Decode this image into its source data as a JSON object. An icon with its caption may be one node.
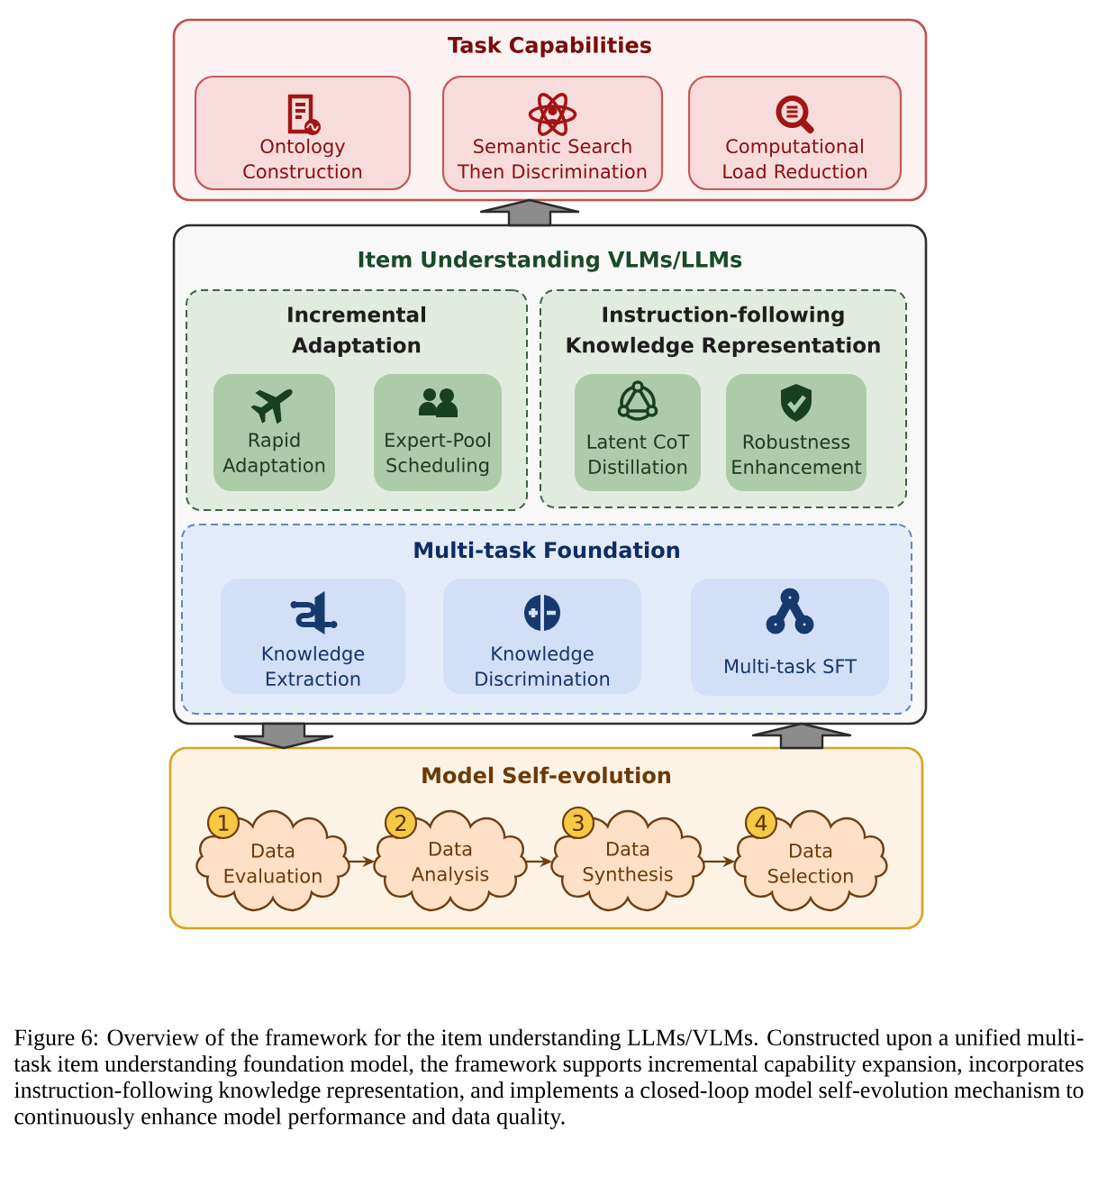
{
  "diagram": {
    "nodes": [
      {
        "text": [
          "Task Capabilities"
        ]
      },
      {
        "text": [
          "Ontology Construction"
        ],
        "in": 0
      },
      {
        "text": [
          "Semantic Search Then Discrimination"
        ],
        "in": 0
      },
      {
        "text": [
          "Computational Load Reduction"
        ],
        "in": 0
      },
      {
        "text": [
          "Item Understanding VLMs/LLMs"
        ]
      },
      {
        "text": [
          "Incremental Adaptation"
        ],
        "in": 4
      },
      {
        "text": [
          "Rapid Adaptation"
        ],
        "in": 5
      },
      {
        "text": [
          "Expert-Pool Scheduling"
        ],
        "in": 5
      },
      {
        "text": [
          "Instruction-following Knowledge Representation"
        ],
        "in": 4
      },
      {
        "text": [
          "Latent CoT Distillation"
        ],
        "in": 8
      },
      {
        "text": [
          "Robustness Enhancement"
        ],
        "in": 8
      },
      {
        "text": [
          "Multi-task Foundation"
        ],
        "in": 4
      },
      {
        "text": [
          "Knowledge Extraction"
        ],
        "in": 11
      },
      {
        "text": [
          "Knowledge Discrimination"
        ],
        "in": 11
      },
      {
        "text": [
          "Multi-task SFT"
        ],
        "in": 11
      },
      {
        "text": [
          "Model Self-evolution"
        ]
      },
      {
        "text": [
          "Data Evaluation"
        ],
        "in": 15,
        "beside": [
          "1"
        ]
      },
      {
        "text": [
          "Data Analysis"
        ],
        "in": 15,
        "beside": [
          "2"
        ]
      },
      {
        "text": [
          "Data Synthesis"
        ],
        "in": 15,
        "beside": [
          "3"
        ]
      },
      {
        "text": [
          "Data Selection"
        ],
        "in": 15,
        "beside": [
          "4"
        ]
      }
    ],
    "edges": [
      {
        "from": 4,
        "to": 0,
        "arrow": "to",
        "style": "thick",
        "color": "#8c8c8c"
      },
      {
        "from": 4,
        "to": 15,
        "arrow": "to",
        "style": "thick",
        "color": "#8c8c8c"
      },
      {
        "from": 15,
        "to": 4,
        "arrow": "to",
        "style": "thick",
        "color": "#8c8c8c"
      },
      {
        "from": 16,
        "to": 17,
        "arrow": "to",
        "color": "#6e3e12"
      },
      {
        "from": 17,
        "to": 18,
        "arrow": "to",
        "color": "#6e3e12"
      },
      {
        "from": 18,
        "to": 19,
        "arrow": "to",
        "color": "#6e3e12"
      }
    ],
    "caption": "Figure 6: Overview of the framework for the item understanding LLMs/VLMs. Constructed upon a unified multi-task item understanding foundation model, the framework supports incremental capability expansion, incorporates instruction-following knowledge representation, and implements a closed-loop model self-evolution mechanism to continuously enhance model performance and data quality."
  }
}
